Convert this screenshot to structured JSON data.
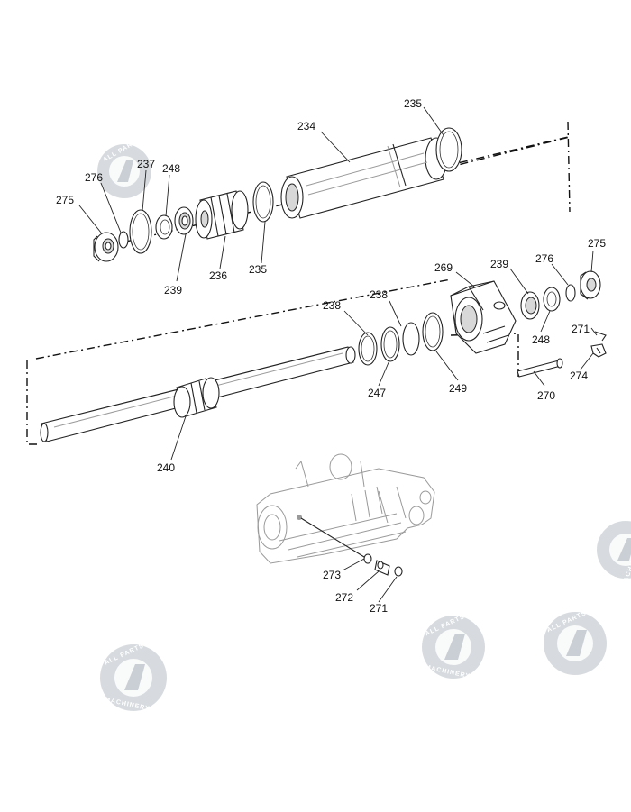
{
  "callouts": {
    "c234": "234",
    "c235a": "235",
    "c235b": "235",
    "c236": "236",
    "c237": "237",
    "c248a": "248",
    "c276a": "276",
    "c275a": "275",
    "c239a": "239",
    "c269": "269",
    "c239b": "239",
    "c276b": "276",
    "c275b": "275",
    "c238a": "238",
    "c238b": "238",
    "c248b": "248",
    "c271a": "271",
    "c274": "274",
    "c270": "270",
    "c249": "249",
    "c247": "247",
    "c240": "240",
    "c273": "273",
    "c272": "272",
    "c271b": "271"
  },
  "watermark": {
    "top": "ALL PARTS",
    "bottom": "MACHINERY"
  },
  "colors": {
    "line": "#222222",
    "watermark": "#c9cfd4"
  }
}
